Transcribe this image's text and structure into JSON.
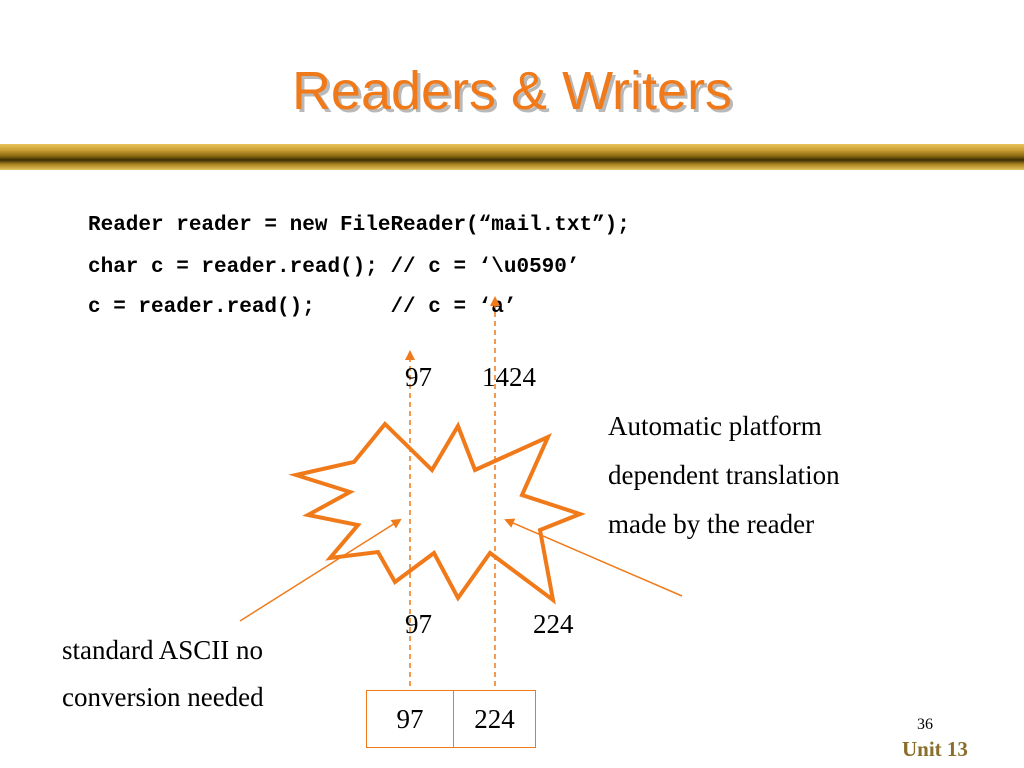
{
  "slide": {
    "title": "Readers & Writers",
    "code": [
      "Reader reader = new FileReader(“mail.txt”);",
      "char c = reader.read(); // c = ‘\\u0590’",
      "c = reader.read();      // c = ‘a’"
    ],
    "top_values": {
      "left": "97",
      "right": "1424"
    },
    "bottom_values": {
      "left": "97",
      "right": "224"
    },
    "annotation_right": [
      "Automatic platform",
      "dependent translation",
      "made by the reader"
    ],
    "annotation_left": [
      "standard ASCII no",
      "conversion needed"
    ],
    "byte_cells": [
      "97",
      "224"
    ],
    "page_number": "36",
    "footer": "Unit 13"
  },
  "colors": {
    "accent": "#f07a1a",
    "rule_gold": "#caa035",
    "footer": "#8a6f2c"
  }
}
